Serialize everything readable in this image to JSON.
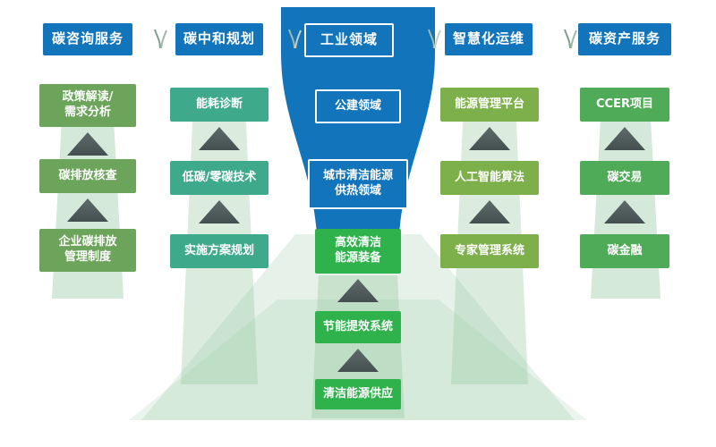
{
  "diagram": {
    "columns": [
      {
        "header": "碳咨询服务",
        "items": [
          "政策解读/\n需求分析",
          "碳排放核查",
          "企业碳排放\n管理制度"
        ]
      },
      {
        "header": "碳中和规划",
        "items": [
          "能耗诊断",
          "低碳/零碳技术",
          "实施方案规划"
        ]
      },
      {
        "header": "工业领域",
        "sectors": [
          "公建领域",
          "城市清洁能源\n供热领域"
        ],
        "items": [
          "高效清洁\n能源装备",
          "节能提效系统",
          "清洁能源供应"
        ]
      },
      {
        "header": "智慧化运维",
        "items": [
          "能源管理平台",
          "人工智能算法",
          "专家管理系统"
        ]
      },
      {
        "header": "碳资产服务",
        "items": [
          "CCER项目",
          "碳交易",
          "碳金融"
        ]
      }
    ],
    "colors": {
      "header_blue": "#1274BA",
      "funnel_blue": "#1274BA",
      "col1_green": "#6CA45B",
      "col2_teal": "#3FA98C",
      "col3_green": "#2FB14C",
      "col4_green": "#7DB04B",
      "col5_green": "#4FAB57",
      "arrow_gray": "#4E5C5B",
      "band_green": "#8FC59A"
    }
  }
}
